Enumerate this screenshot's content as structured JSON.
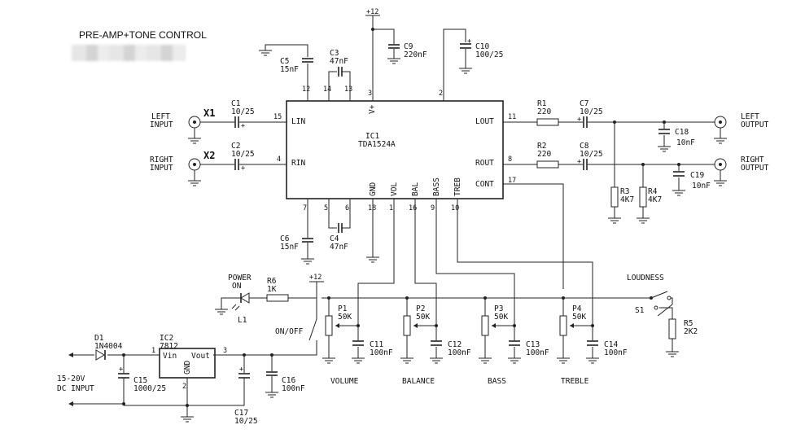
{
  "title": "PRE-AMP+TONE CONTROL",
  "ic1": {
    "ref": "IC1",
    "part": "TDA1524A",
    "pins": {
      "lin": "LIN",
      "rin": "RIN",
      "lout": "LOUT",
      "rout": "ROUT",
      "cont": "CONT",
      "vplus": "V+",
      "gnd": "GND",
      "vol": "VOL",
      "bal": "BAL",
      "bass": "BASS",
      "treb": "TREB"
    },
    "pin_numbers": [
      "12",
      "14",
      "13",
      "3",
      "2",
      "15",
      "4",
      "11",
      "8",
      "17",
      "7",
      "5",
      "6",
      "18",
      "1",
      "16",
      "9",
      "10"
    ]
  },
  "ic2": {
    "ref": "IC2",
    "part": "7812",
    "vin": "Vin",
    "vout": "Vout",
    "gnd": "GND",
    "pin1": "1",
    "pin2": "2",
    "pin3": "3"
  },
  "supply_label": "+12",
  "connectors": {
    "x1": {
      "ref": "X1",
      "label1": "LEFT",
      "label2": "INPUT"
    },
    "x2": {
      "ref": "X2",
      "label1": "RIGHT",
      "label2": "INPUT"
    },
    "left_out": {
      "label1": "LEFT",
      "label2": "OUTPUT"
    },
    "right_out": {
      "label1": "RIGHT",
      "label2": "OUTPUT"
    },
    "dc_in": {
      "label1": "15-20V",
      "label2": "DC INPUT"
    }
  },
  "capacitors": {
    "c1": {
      "ref": "C1",
      "value": "10/25"
    },
    "c2": {
      "ref": "C2",
      "value": "10/25"
    },
    "c3": {
      "ref": "C3",
      "value": "47nF"
    },
    "c4": {
      "ref": "C4",
      "value": "47nF"
    },
    "c5": {
      "ref": "C5",
      "value": "15nF"
    },
    "c6": {
      "ref": "C6",
      "value": "15nF"
    },
    "c7": {
      "ref": "C7",
      "value": "10/25"
    },
    "c8": {
      "ref": "C8",
      "value": "10/25"
    },
    "c9": {
      "ref": "C9",
      "value": "220nF"
    },
    "c10": {
      "ref": "C10",
      "value": "100/25"
    },
    "c11": {
      "ref": "C11",
      "value": "100nF"
    },
    "c12": {
      "ref": "C12",
      "value": "100nF"
    },
    "c13": {
      "ref": "C13",
      "value": "100nF"
    },
    "c14": {
      "ref": "C14",
      "value": "100nF"
    },
    "c15": {
      "ref": "C15",
      "value": "1000/25"
    },
    "c16": {
      "ref": "C16",
      "value": "100nF"
    },
    "c17": {
      "ref": "C17",
      "value": "10/25"
    },
    "c18": {
      "ref": "C18",
      "value": "10nF"
    },
    "c19": {
      "ref": "C19",
      "value": "10nF"
    }
  },
  "resistors": {
    "r1": {
      "ref": "R1",
      "value": "220"
    },
    "r2": {
      "ref": "R2",
      "value": "220"
    },
    "r3": {
      "ref": "R3",
      "value": "4K7"
    },
    "r4": {
      "ref": "R4",
      "value": "4K7"
    },
    "r5": {
      "ref": "R5",
      "value": "2K2"
    },
    "r6": {
      "ref": "R6",
      "value": "1K"
    }
  },
  "pots": {
    "p1": {
      "ref": "P1",
      "value": "50K",
      "name": "VOLUME"
    },
    "p2": {
      "ref": "P2",
      "value": "50K",
      "name": "BALANCE"
    },
    "p3": {
      "ref": "P3",
      "value": "50K",
      "name": "BASS"
    },
    "p4": {
      "ref": "P4",
      "value": "50K",
      "name": "TREBLE"
    }
  },
  "diode": {
    "ref": "D1",
    "part": "1N4004"
  },
  "led": {
    "ref": "L1",
    "label1": "POWER",
    "label2": "ON"
  },
  "switches": {
    "loudness": {
      "ref": "S1",
      "label": "LOUDNESS"
    },
    "power": {
      "label": "ON/OFF"
    }
  },
  "polarity": "+"
}
